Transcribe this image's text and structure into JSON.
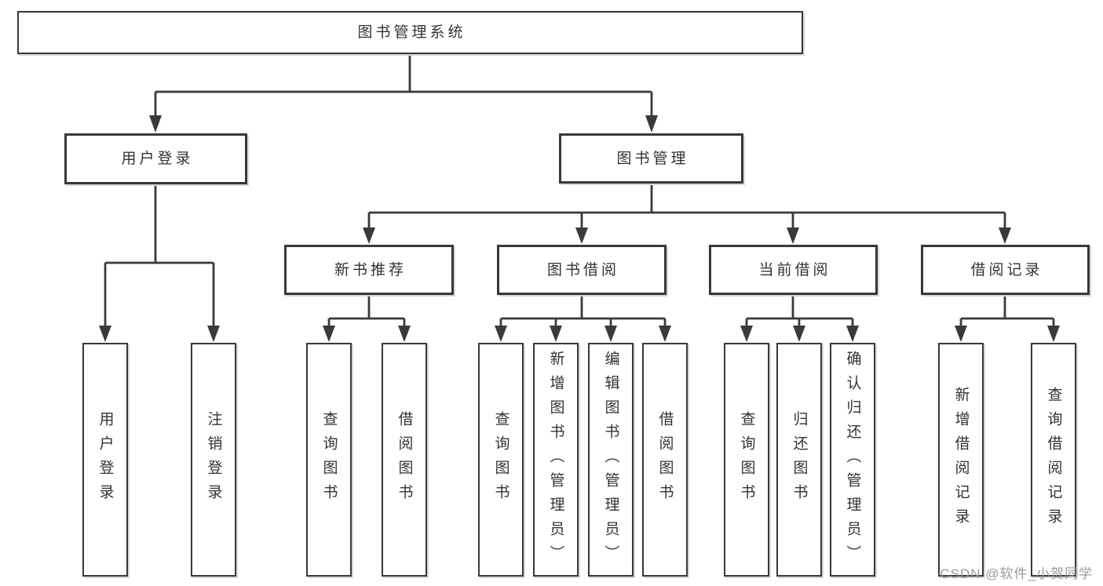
{
  "diagram": {
    "root": {
      "label": "图书管理系统"
    },
    "branches": {
      "user_login": {
        "label": "用户登录",
        "children": [
          "用户登录",
          "注销登录"
        ]
      },
      "book_management": {
        "label": "图书管理",
        "sections": {
          "new_book_rec": {
            "label": "新书推荐",
            "children": [
              "查询图书",
              "借阅图书"
            ]
          },
          "book_borrow": {
            "label": "图书借阅",
            "children": [
              "查询图书",
              "新增图书（管理员）",
              "编辑图书（管理员）",
              "借阅图书"
            ]
          },
          "current_borrow": {
            "label": "当前借阅",
            "children": [
              "查询图书",
              "归还图书",
              "确认归还（管理员）"
            ]
          },
          "borrow_records": {
            "label": "借阅记录",
            "children": [
              "新增借阅记录",
              "查询借阅记录"
            ]
          }
        }
      }
    }
  },
  "watermark": {
    "text": "CSDN @软件_小贺同学"
  },
  "colors": {
    "line": "#3a3a3a",
    "border": "#383838",
    "text": "#333333",
    "watermark": "#9c9c9c",
    "background": "#ffffff"
  }
}
